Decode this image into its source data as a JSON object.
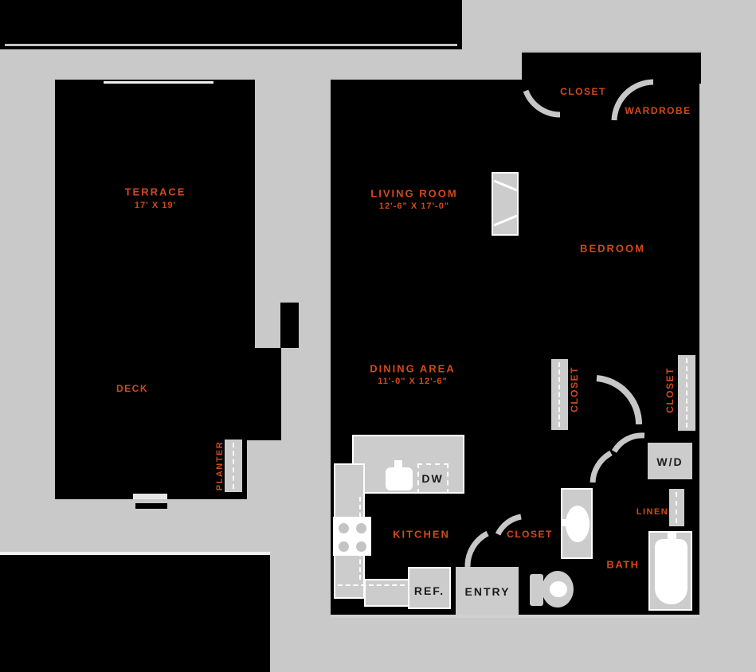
{
  "plan": {
    "terrace": {
      "name": "TERRACE",
      "dims": "17' X 19'",
      "deck": "DECK",
      "planter": "PLANTER"
    },
    "living": {
      "name": "LIVING ROOM",
      "dims": "12'-6\" X 17'-0\""
    },
    "dining": {
      "name": "DINING AREA",
      "dims": "11'-0\" X 12'-6\""
    },
    "bedroom": {
      "name": "BEDROOM",
      "closet": "CLOSET",
      "wardrobe": "WARDROBE"
    },
    "kitchen": {
      "name": "KITCHEN",
      "dishwasher": "DW",
      "refrigerator": "REF."
    },
    "entry": {
      "name": "ENTRY",
      "closet": "CLOSET"
    },
    "bath": {
      "name": "BATH",
      "linen": "LINEN"
    },
    "laundry": {
      "washer_dryer": "W/D"
    },
    "hall": {
      "closet_left": "CLOSET",
      "closet_right": "CLOSET"
    }
  },
  "colors": {
    "accent": "#d2491a",
    "background": "#c9c9c9",
    "mass": "#000000",
    "fixture": "#cccccc"
  }
}
